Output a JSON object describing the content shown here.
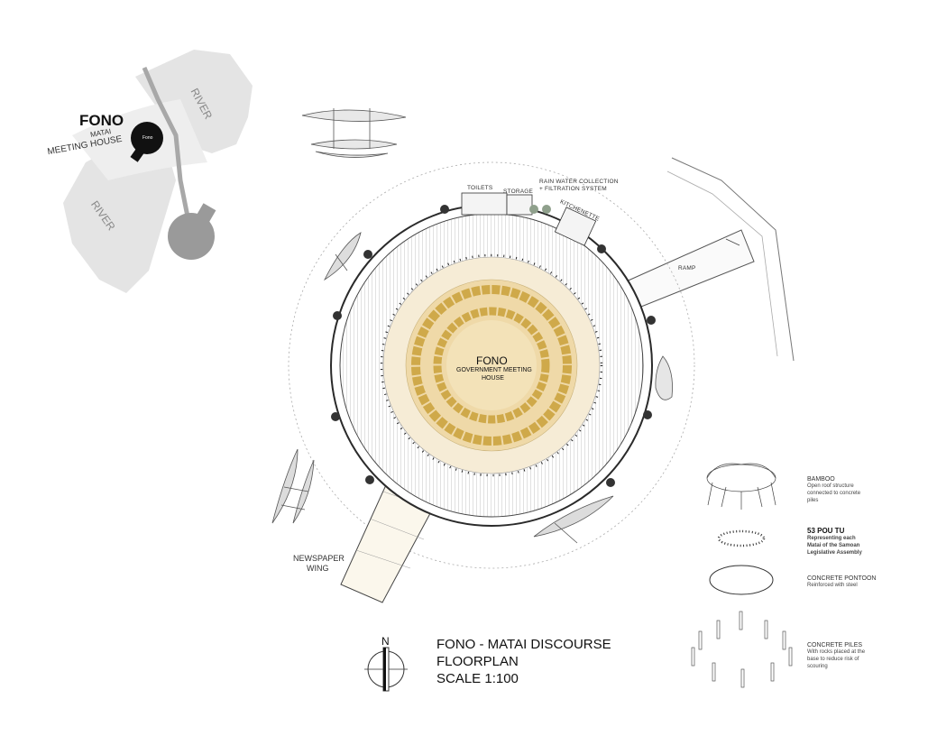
{
  "locator": {
    "title": "FONO",
    "subtitle_1": "MATAI",
    "subtitle_2": "MEETING HOUSE",
    "river_1": "RIVER",
    "river_2": "RIVER",
    "mark_label": "Fono"
  },
  "plan": {
    "center_title": "FONO",
    "center_sub_1": "GOVERNMENT MEETING",
    "center_sub_2": "HOUSE",
    "toilets": "TOILETS",
    "storage": "STORAGE",
    "rainwater_1": "RAIN WATER COLLECTION",
    "rainwater_2": "+ FILTRATION SYSTEM",
    "kitchenette": "KITCHENETTE",
    "ramp": "RAMP",
    "newspaper_1": "NEWSPAPER",
    "newspaper_2": "WING"
  },
  "legend": {
    "bamboo_title": "BAMBOO",
    "bamboo_desc_1": "Open roof structure",
    "bamboo_desc_2": "connected to concrete",
    "bamboo_desc_3": "piles",
    "poutu_title": "53 POU TU",
    "poutu_desc_1": "Representing each",
    "poutu_desc_2": "Matai of the Samoan",
    "poutu_desc_3": "Legislative Assembly",
    "pontoon_title": "CONCRETE PONTOON",
    "pontoon_desc_1": "Reinforced with steel",
    "piles_title": "CONCRETE PILES",
    "piles_desc_1": "With rocks placed at the",
    "piles_desc_2": "base to reduce risk of",
    "piles_desc_3": "scouring"
  },
  "titleblock": {
    "north": "N",
    "line1": "FONO - MATAI DISCOURSE",
    "line2": "FLOORPLAN",
    "line3": "SCALE 1:100"
  },
  "colors": {
    "floor_outer": "#f6ecd6",
    "floor_inner": "#efd9a8",
    "seats": "#cfa94a",
    "locator_fill": "#dcdcdc",
    "ink": "#2a2a2a"
  }
}
